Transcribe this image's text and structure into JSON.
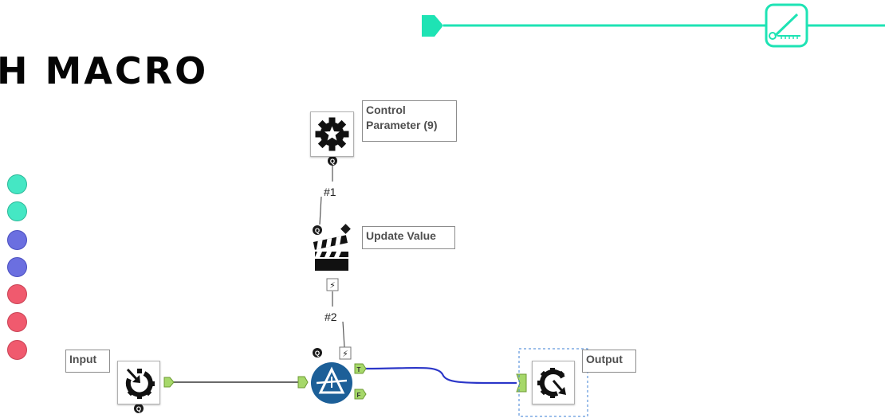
{
  "page": {
    "title": "H MACRO"
  },
  "colors": {
    "accent_teal": "#1ee3b4",
    "connection_blue": "#2b36c8",
    "connection_gray": "#6a6a6a",
    "anchor_green": "#a6d86a",
    "legend_teal": "#45e7c4",
    "legend_blue": "#6b6fe0",
    "legend_red": "#f05a6e"
  },
  "legend_dots": [
    "teal",
    "teal",
    "blue",
    "blue",
    "red",
    "red",
    "red"
  ],
  "tools": {
    "control_parameter": {
      "label": "Control\nParameter (9)",
      "icon": "gear-star-icon"
    },
    "action": {
      "label": "Update Value",
      "icon": "clapperboard-icon"
    },
    "macro_input": {
      "label": "Input",
      "icon": "macro-input-icon"
    },
    "filter": {
      "label": "",
      "icon": "filter-icon"
    },
    "macro_output": {
      "label": "Output",
      "icon": "macro-output-icon"
    }
  },
  "connections": {
    "c1": "#1",
    "c2": "#2"
  },
  "anchors": {
    "question": "Q",
    "lightning": "⚡",
    "true": "T",
    "false": "F"
  }
}
